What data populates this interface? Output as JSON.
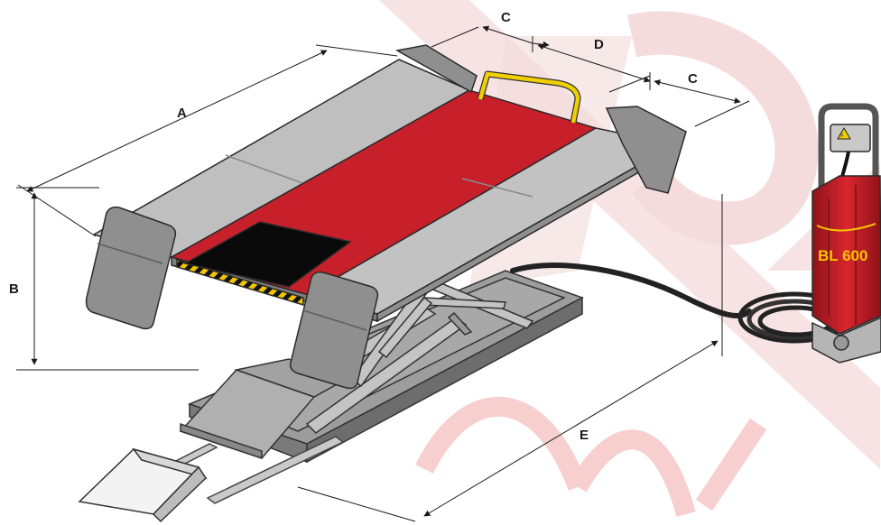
{
  "dimensions": {
    "a": "A",
    "b": "B",
    "c_left": "C",
    "c_right": "C",
    "d": "D",
    "e": "E"
  },
  "pump": {
    "model_label": "BL 600",
    "warning_symbol": "⚡"
  },
  "colors": {
    "platform_red": "#c8202a",
    "steel_gray": "#b9b9b9",
    "dark_gray": "#8d8d8d",
    "handle_yellow": "#f0d000",
    "hazard_stripe": "#f4c400",
    "watermark": "#f6dede"
  },
  "icons": {
    "watermark": "brand-logo-watermark",
    "warning": "electric-warning-icon"
  }
}
